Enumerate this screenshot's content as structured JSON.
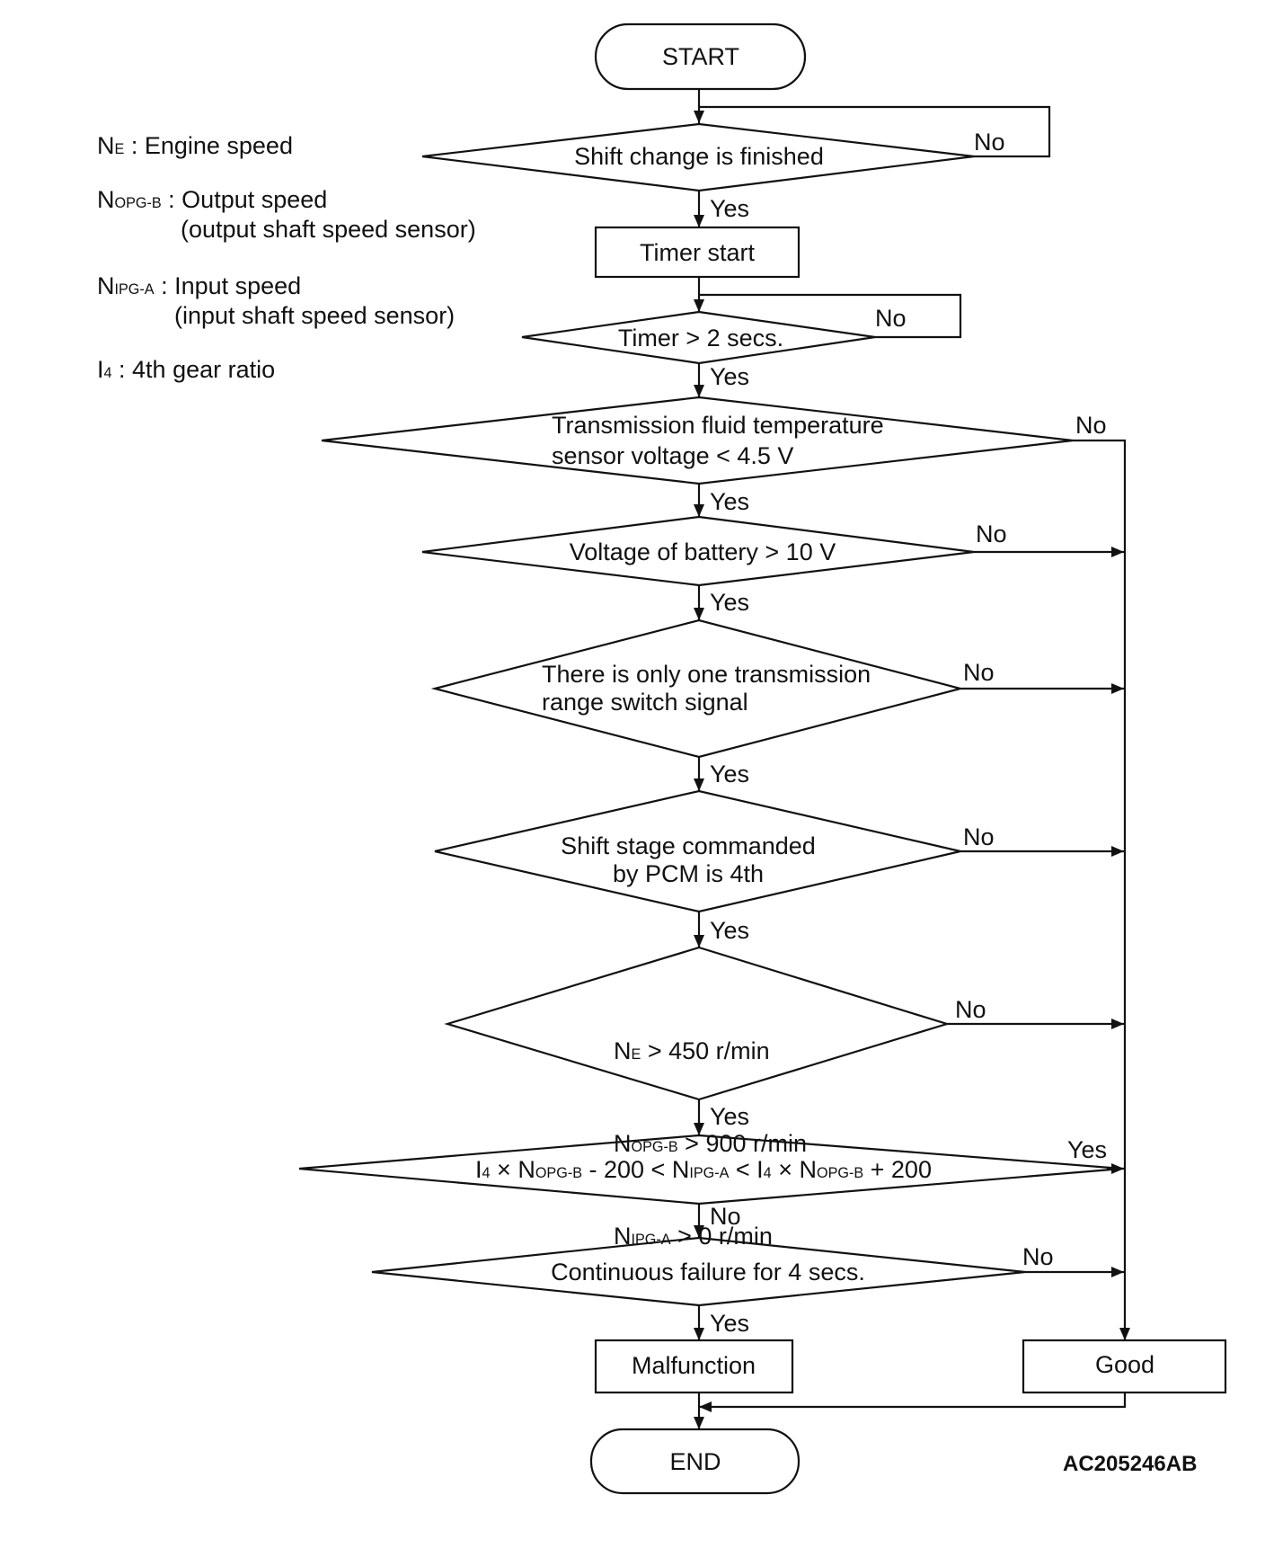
{
  "legend": {
    "ne": {
      "sym": "N",
      "sub": "E",
      "desc": " : Engine speed"
    },
    "nopg": {
      "sym": "N",
      "sub": "OPG-B",
      "desc": " : Output speed",
      "note": "(output shaft speed sensor)"
    },
    "nipg": {
      "sym": "N",
      "sub": "IPG-A",
      "desc": " : Input speed",
      "note": "(input shaft speed sensor)"
    },
    "i4": {
      "sym": "I",
      "sub": "4",
      "desc": " : 4th gear ratio"
    }
  },
  "flow": {
    "start": "START",
    "shift_change": "Shift change is finished",
    "timer_start": "Timer start",
    "timer_check": "Timer > 2 secs.",
    "fluid_temp": [
      "Transmission fluid temperature",
      "sensor voltage < 4.5 V"
    ],
    "battery": "Voltage of battery > 10 V",
    "range_switch": [
      "There is only one transmission",
      "range switch signal"
    ],
    "shift_stage": [
      "Shift stage commanded",
      "by PCM is 4th"
    ],
    "speeds": [
      {
        "sym": "N",
        "sub": "E",
        "rest": " > 450 r/min"
      },
      {
        "sym": "N",
        "sub": "OPG-B",
        "rest": " > 900 r/min"
      },
      {
        "sym": "N",
        "sub": "IPG-A",
        "rest": " > 0 r/min"
      }
    ],
    "ratio_check": [
      "I",
      "4",
      " × N",
      "OPG-B",
      " - 200 < N",
      "IPG-A",
      " < I",
      "4",
      " × N",
      "OPG-B",
      " + 200"
    ],
    "continuous": "Continuous failure for 4 secs.",
    "malfunction": "Malfunction",
    "good": "Good",
    "end": "END"
  },
  "branches": {
    "shift_change": {
      "yes": "Yes",
      "no": "No"
    },
    "timer_check": {
      "yes": "Yes",
      "no": "No"
    },
    "fluid_temp": {
      "yes": "Yes",
      "no": "No"
    },
    "battery": {
      "yes": "Yes",
      "no": "No"
    },
    "range_switch": {
      "yes": "Yes",
      "no": "No"
    },
    "shift_stage": {
      "yes": "Yes",
      "no": "No"
    },
    "speeds": {
      "yes": "Yes",
      "no": "No"
    },
    "ratio_check": {
      "yes": "Yes",
      "no": "No"
    },
    "continuous": {
      "yes": "Yes",
      "no": "No"
    }
  },
  "figure_code": "AC205246AB"
}
